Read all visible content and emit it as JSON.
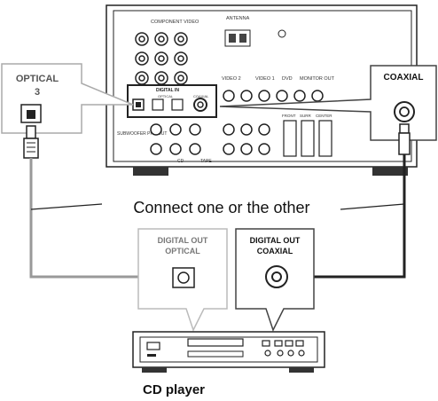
{
  "receiver": {
    "component_video": "COMPONENT VIDEO",
    "antenna": "ANTENNA",
    "digital_in": "DIGITAL IN",
    "optical_small": "OPTICAL",
    "coaxial_small": "COAXIAL",
    "video2": "VIDEO 2",
    "video1": "VIDEO 1",
    "dvd": "DVD",
    "monitor_out": "MONITOR OUT",
    "subwoofer": "SUBWOOFER PRE OUT",
    "cd": "CD",
    "tape": "TAPE",
    "front": "FRONT",
    "surr": "SURR",
    "center": "CENTER"
  },
  "callouts": {
    "optical_label": "OPTICAL",
    "optical_number": "3",
    "coaxial_label": "COAXIAL"
  },
  "instruction": "Connect one or the other",
  "cd_player": {
    "digital_out_optical_line1": "DIGITAL OUT",
    "digital_out_optical_line2": "OPTICAL",
    "digital_out_coaxial_line1": "DIGITAL OUT",
    "digital_out_coaxial_line2": "COAXIAL",
    "caption": "CD player"
  }
}
